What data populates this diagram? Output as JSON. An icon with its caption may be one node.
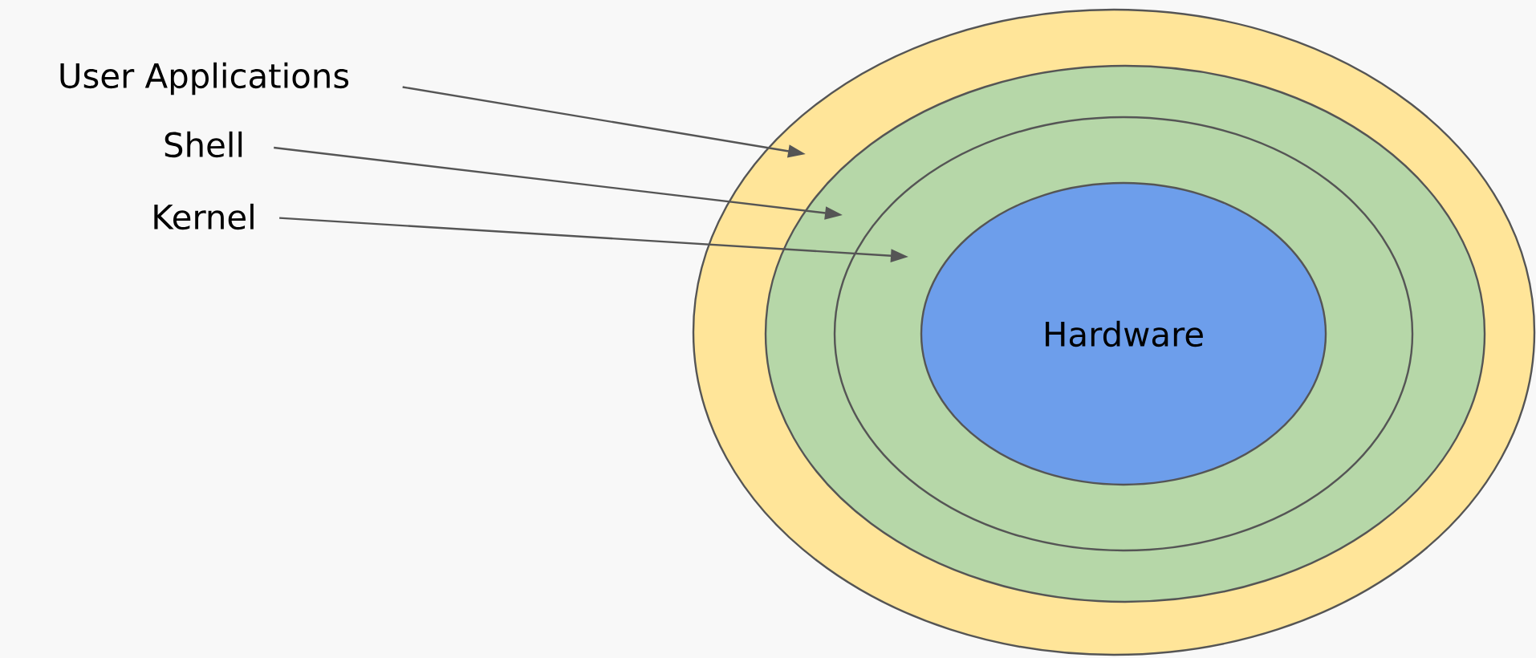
{
  "diagram": {
    "nodes": [
      {
        "text": [
          "User Applications"
        ]
      },
      {
        "text": [
          "Shell"
        ]
      },
      {
        "text": [
          "Kernel"
        ]
      },
      {
        "text": [],
        "shape": "circle"
      },
      {
        "text": [],
        "shape": "circle",
        "in": 3
      },
      {
        "text": [],
        "shape": "circle",
        "in": 4
      },
      {
        "text": [
          "Hardware"
        ],
        "in": 5
      }
    ],
    "edges": [
      {
        "from": 0,
        "to": 3,
        "arrow": "to"
      },
      {
        "from": 1,
        "to": 4,
        "arrow": "to"
      },
      {
        "from": 2,
        "to": 5,
        "arrow": "to"
      }
    ]
  }
}
